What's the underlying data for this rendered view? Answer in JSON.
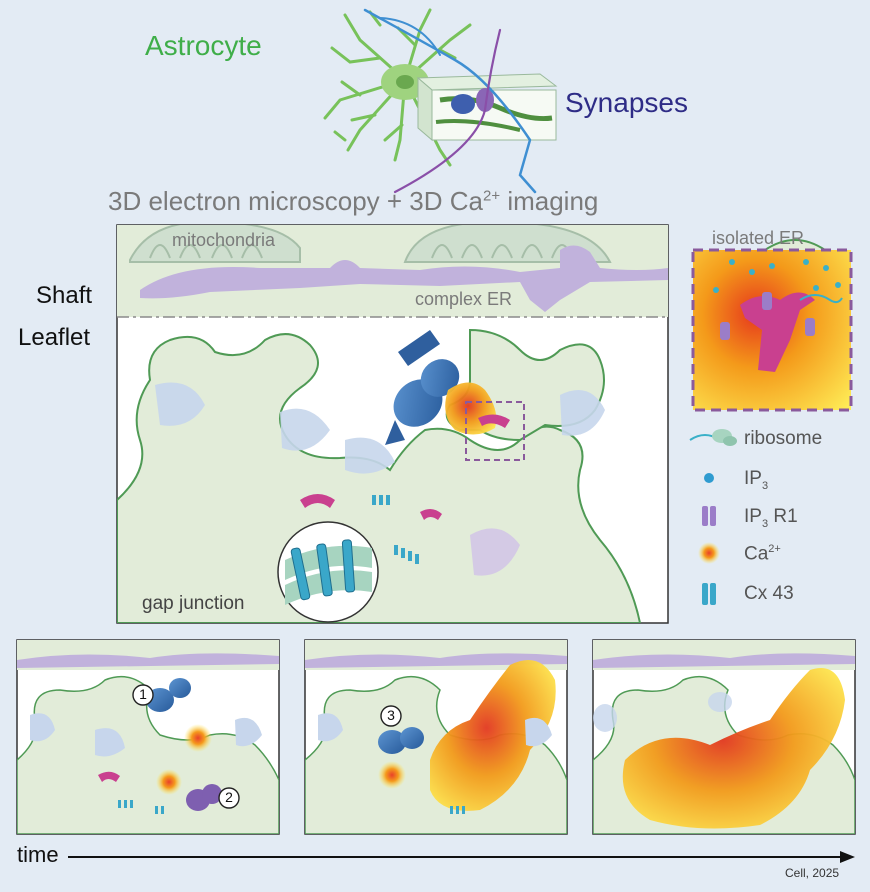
{
  "header": {
    "astrocyte_label": "Astrocyte",
    "synapses_label": "Synapses",
    "method_prefix": "3D electron microscopy + 3D Ca",
    "method_sup": "2+",
    "method_suffix": " imaging"
  },
  "main_panel": {
    "mitochondria_label": "mitochondria",
    "complex_er_label": "complex ER",
    "shaft_label": "Shaft",
    "leaflet_label": "Leaflet",
    "gap_junction_label": "gap junction"
  },
  "inset": {
    "title": "isolated ER"
  },
  "legend": {
    "ribosome": "ribosome",
    "ip3_main": "IP",
    "ip3_sub": "3",
    "ip3r1_main": "IP",
    "ip3r1_sub": "3",
    "ip3r1_suffix": " R1",
    "ca_main": "Ca",
    "ca_sup": "2+",
    "cx43": "Cx 43"
  },
  "timeline": {
    "step1": "1",
    "step2": "2",
    "step3": "3",
    "axis_label": "time"
  },
  "citation": "Cell, 2025",
  "colors": {
    "background": "#e3ebf4",
    "astro_fill": "#e2ecd9",
    "astro_stroke": "#4f9a55",
    "astro_label": "#3fae49",
    "synapse_label": "#2e2c86",
    "er_purple": "#b6a8d4",
    "mito_fill": "#cfdfcf",
    "synapse_blue": "#3b72b5",
    "ip3r_magenta": "#c9408f",
    "cx43_teal": "#3aa7c9",
    "inset_border": "#8a5a9c"
  }
}
